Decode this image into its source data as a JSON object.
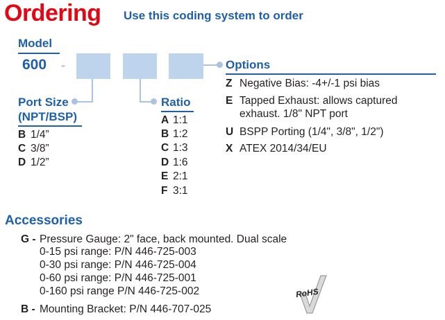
{
  "header": {
    "title": "Ordering",
    "subtitle": "Use this coding system to order"
  },
  "model": {
    "label": "Model",
    "number": "600",
    "dash": "-"
  },
  "port_size": {
    "title_line1": "Port Size",
    "title_line2": "(NPT/BSP)",
    "items": [
      {
        "code": "B",
        "value": "1/4”"
      },
      {
        "code": "C",
        "value": "3/8”"
      },
      {
        "code": "D",
        "value": "1/2”"
      }
    ]
  },
  "ratio": {
    "title": "Ratio",
    "items": [
      {
        "code": "A",
        "value": "1:1"
      },
      {
        "code": "B",
        "value": "1:2"
      },
      {
        "code": "C",
        "value": "1:3"
      },
      {
        "code": "D",
        "value": "1:6"
      },
      {
        "code": "E",
        "value": "2:1"
      },
      {
        "code": "F",
        "value": "3:1"
      }
    ]
  },
  "options": {
    "title": "Options",
    "items": [
      {
        "code": "Z",
        "line1": "Negative Bias: -4+/-1 psi bias",
        "line2": ""
      },
      {
        "code": "E",
        "line1": "Tapped Exhaust: allows captured",
        "line2": "exhaust. 1/8\" NPT port"
      },
      {
        "code": "U",
        "line1": "BSPP Porting (1/4\", 3/8\", 1/2\")",
        "line2": ""
      },
      {
        "code": "X",
        "line1": "ATEX 2014/34/EU",
        "line2": ""
      }
    ]
  },
  "accessories": {
    "title": "Accessories",
    "gauge": {
      "code": "G -",
      "text": "Pressure Gauge: 2\" face, back mounted. Dual scale",
      "ranges": [
        "0-15 psi range: P/N 446-725-003",
        "0-30 psi range: P/N 446-725-004",
        "0-60 psi range: P/N 446-725-001",
        "0-160 psi range P/N 446-725-002"
      ]
    },
    "bracket": {
      "code": "B -",
      "text": "Mounting Bracket: P/N 446-707-025"
    }
  },
  "rohs_logo": {
    "text": "RoHS"
  },
  "colors": {
    "red": "#e30613",
    "blue": "#1f5fa8",
    "box": "#bed3ec",
    "connector": "#a9c3e3"
  }
}
